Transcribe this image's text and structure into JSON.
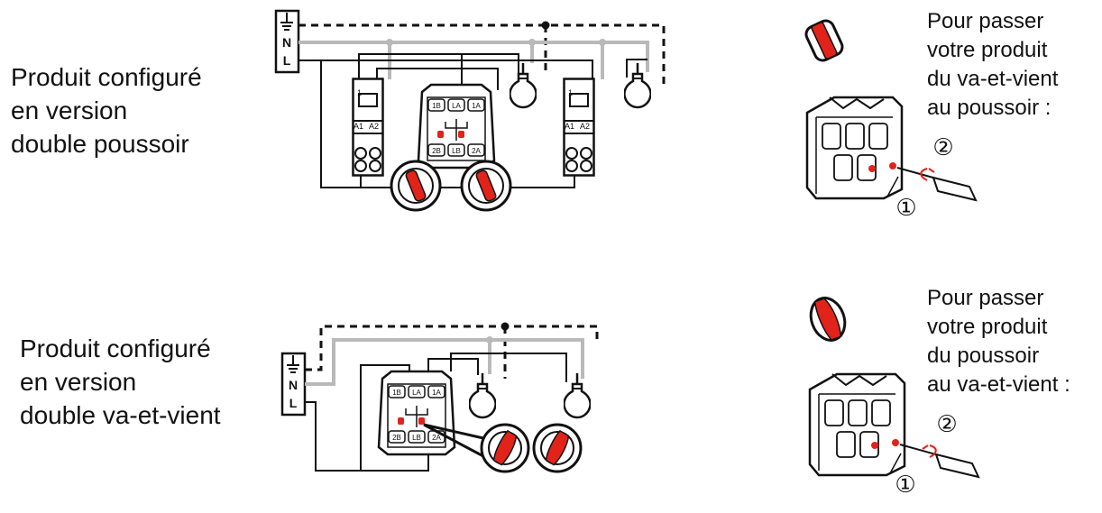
{
  "top": {
    "config_label": [
      "Produit configuré",
      "en version",
      "double poussoir"
    ],
    "instruction": [
      "Pour passer",
      "votre produit",
      "du va-et-vient",
      "au poussoir :"
    ]
  },
  "bottom": {
    "config_label": [
      "Produit configuré",
      "en version",
      "double va-et-vient"
    ],
    "instruction": [
      "Pour passer",
      "votre produit",
      "du poussoir",
      "au va-et-vient :"
    ]
  },
  "terminals": {
    "neutral": "N",
    "line": "L"
  },
  "switch_terminals": {
    "top": [
      "1B",
      "LA",
      "1A"
    ],
    "bottom": [
      "2B",
      "LB",
      "2A"
    ]
  },
  "relay_terminals": {
    "top": "1",
    "bottom_left": "A1",
    "bottom_right": "A2"
  },
  "steps": {
    "step1": "①",
    "step2": "②"
  },
  "colors": {
    "accent": "#e2231a",
    "wire_live": "#111111",
    "wire_grey": "#b9b9b9"
  }
}
